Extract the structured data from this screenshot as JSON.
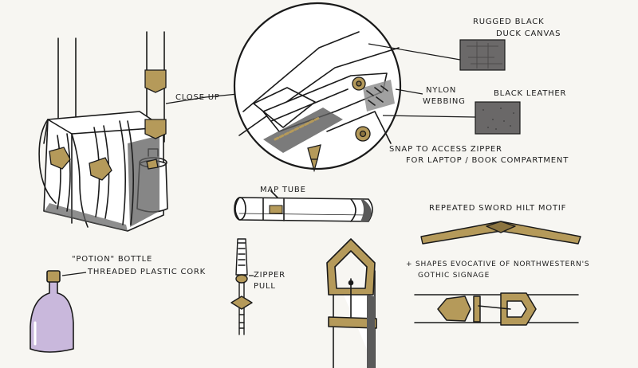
{
  "labels": {
    "close_up": "CLOSE UP",
    "canvas_line1": "RUGGED BLACK",
    "canvas_line2": "DUCK CANVAS",
    "nylon_line1": "NYLON",
    "nylon_line2": "WEBBING",
    "leather": "BLACK LEATHER",
    "snap_line1": "SNAP TO ACCESS ZIPPER",
    "snap_line2": "FOR LAPTOP / BOOK COMPARTMENT",
    "map_tube": "MAP TUBE",
    "sword_motif": "REPEATED SWORD HILT MOTIF",
    "shapes_line1": "+ SHAPES EVOCATIVE OF NORTHWESTERN'S",
    "shapes_line2": "GOTHIC SIGNAGE",
    "potion_line1": "\"POTION\" BOTTLE",
    "potion_line2": "THREADED PLASTIC CORK",
    "zipper_line1": "ZIPPER",
    "zipper_line2": "PULL"
  },
  "colors": {
    "ink": "#1a1a1a",
    "gold": "#b59a5a",
    "gold_dark": "#8b7440",
    "canvas_swatch": "#6b6969",
    "leather_swatch": "#6a6868",
    "shadow": "#5a5a5a",
    "purple": "#c9b8dc"
  }
}
